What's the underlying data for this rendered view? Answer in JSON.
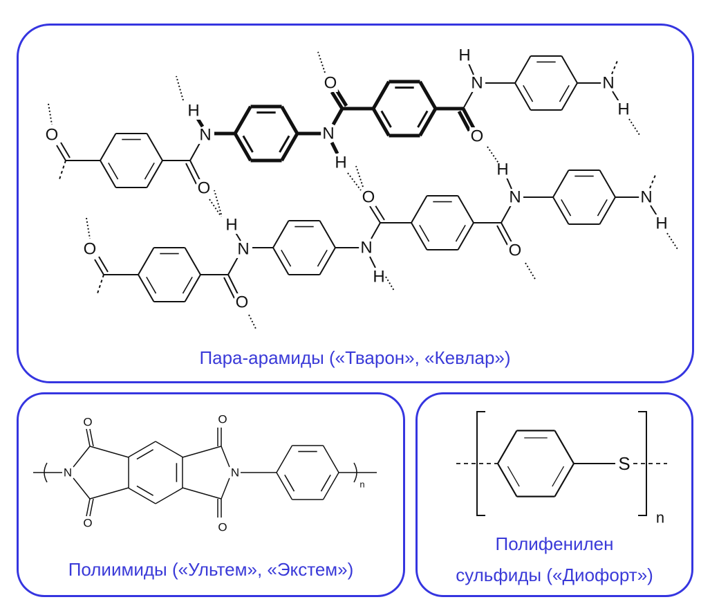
{
  "panels": {
    "para_aramids": {
      "caption": "Пара-арамиды («Тварон», «Кевлар»)"
    },
    "polyimides": {
      "caption": "Полиимиды («Ультем», «Экстем»)"
    },
    "pps": {
      "caption_line1": "Полифенилен",
      "caption_line2": "сульфиды («Диофорт»)"
    }
  },
  "atoms": {
    "oxygen": "O",
    "nitrogen": "N",
    "hydrogen": "H",
    "sulfur": "S",
    "repeat_index": "n"
  },
  "colors": {
    "frame": "#3535e0",
    "caption": "#3a3ad8",
    "bond": "#111111"
  }
}
